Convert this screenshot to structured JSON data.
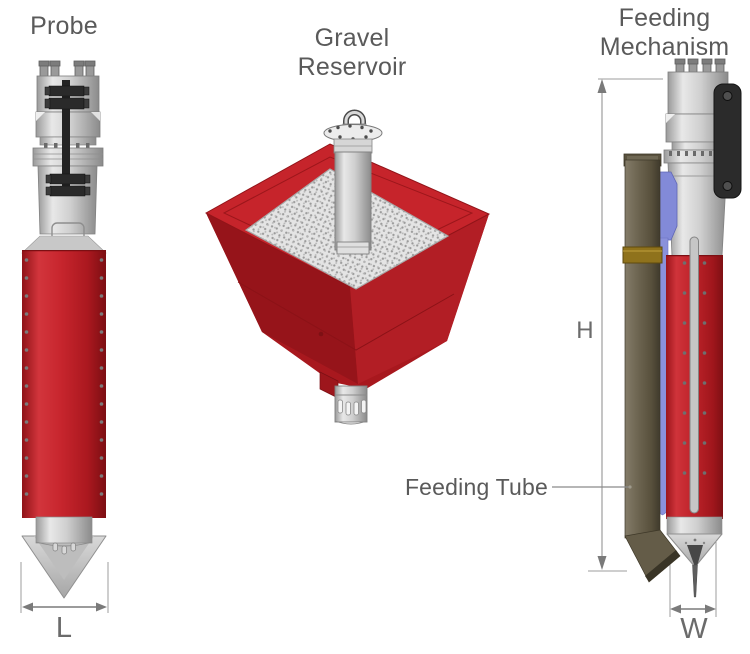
{
  "figures": {
    "probe": {
      "title": "Probe",
      "length_label": "L"
    },
    "gravel_reservoir": {
      "title": "Gravel Reservoir"
    },
    "feeding_mechanism": {
      "title": "Feeding Mechanism",
      "height_label": "H",
      "width_label": "W",
      "callout_label": "Feeding Tube"
    }
  },
  "colors": {
    "text_color": "#5a5a5a",
    "dim_color": "#8a8a8a",
    "red_body": "#c1222a",
    "red_dark": "#7e1014",
    "olive_tube": "#655d49",
    "olive_dark": "#393426",
    "brass_band": "#8f721c",
    "purple_body": "#828ad8",
    "bracket_dark": "#2b2b2b",
    "metal_gray": "#c9c9c9",
    "mesh_gray": "#e4e4e4",
    "bg_color": "#ffffff"
  }
}
